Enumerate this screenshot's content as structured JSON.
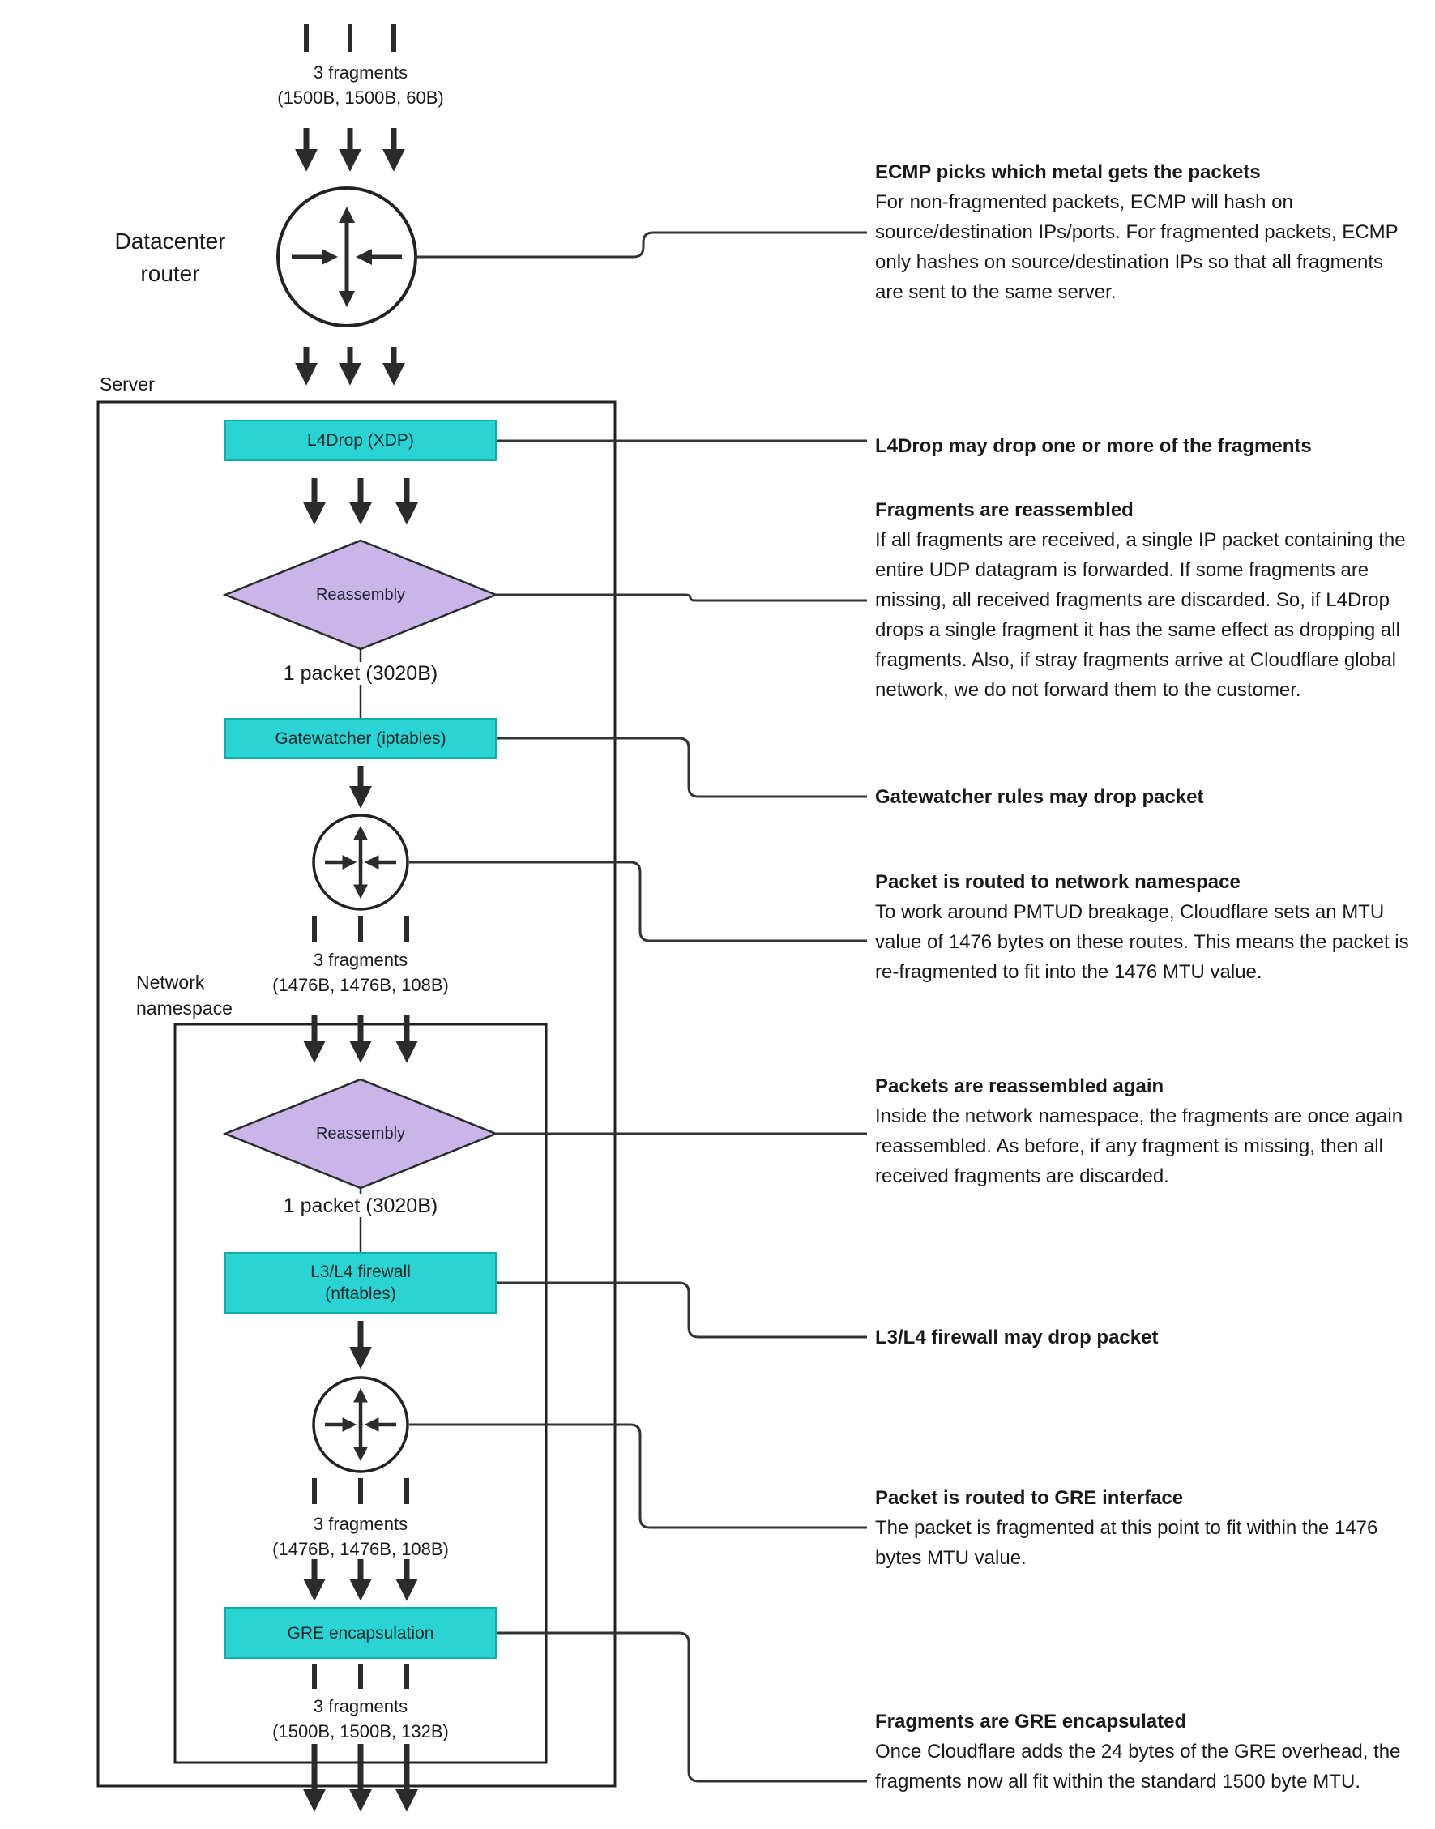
{
  "colors": {
    "box_fill": "#2BD4D4",
    "box_border": "#0FADAD",
    "diamond_fill": "#C8B6E8",
    "line": "#333333",
    "arrow": "#2b2b2b",
    "text": "#1a1a1a"
  },
  "nodes": {
    "top_fragments": {
      "label": "3 fragments",
      "sizes": "(1500B, 1500B, 60B)"
    },
    "datacenter_router": {
      "line1": "Datacenter",
      "line2": "router"
    },
    "server_label": "Server",
    "l4drop": {
      "label": "L4Drop (XDP)"
    },
    "reassembly_1": {
      "label": "Reassembly"
    },
    "packet_1": {
      "label": "1 packet (3020B)"
    },
    "gatewatcher": {
      "label": "Gatewatcher (iptables)"
    },
    "fragments_ns_in": {
      "label": "3 fragments",
      "sizes": "(1476B, 1476B, 108B)"
    },
    "network_namespace_label": {
      "line1": "Network",
      "line2": "namespace"
    },
    "reassembly_2": {
      "label": "Reassembly"
    },
    "packet_2": {
      "label": "1 packet (3020B)"
    },
    "l3l4_firewall": {
      "line1": "L3/L4 firewall",
      "line2": "(nftables)"
    },
    "fragments_gre_in": {
      "label": "3 fragments",
      "sizes": "(1476B, 1476B, 108B)"
    },
    "gre_encapsulation": {
      "label": "GRE encapsulation"
    },
    "fragments_out": {
      "label": "3 fragments",
      "sizes": "(1500B, 1500B, 132B)"
    }
  },
  "annotations": [
    {
      "title": "ECMP picks which metal gets the packets",
      "body": "For non-fragmented packets, ECMP will hash on source/destination IPs/ports. For fragmented packets, ECMP only hashes on source/destination IPs so that all fragments are sent to the same server."
    },
    {
      "title": "L4Drop may drop one or more of the fragments",
      "body": ""
    },
    {
      "title": "Fragments are reassembled",
      "body": "If all fragments are received, a single IP packet containing the entire UDP datagram is forwarded. If some fragments are missing, all received fragments are discarded. So, if L4Drop drops a single fragment it has the same effect as dropping all fragments. Also, if stray fragments arrive at Cloudflare global network, we do not forward them to the customer."
    },
    {
      "title": "Gatewatcher rules may drop packet",
      "body": ""
    },
    {
      "title": "Packet is routed to network namespace",
      "body": "To work around PMTUD breakage, Cloudflare sets an MTU value of 1476 bytes on these routes. This means the packet is re-fragmented to fit into the 1476 MTU value."
    },
    {
      "title": "Packets are reassembled again",
      "body": "Inside the network namespace, the fragments are once again reassembled. As before, if any fragment is missing, then all received fragments are discarded."
    },
    {
      "title": "L3/L4 firewall may drop packet",
      "body": ""
    },
    {
      "title": "Packet is routed to GRE interface",
      "body": "The packet is fragmented at this point to fit within the 1476 bytes MTU value."
    },
    {
      "title": "Fragments are GRE encapsulated",
      "body": "Once Cloudflare adds the 24 bytes of the GRE overhead, the fragments now all fit within the standard 1500 byte MTU."
    }
  ]
}
